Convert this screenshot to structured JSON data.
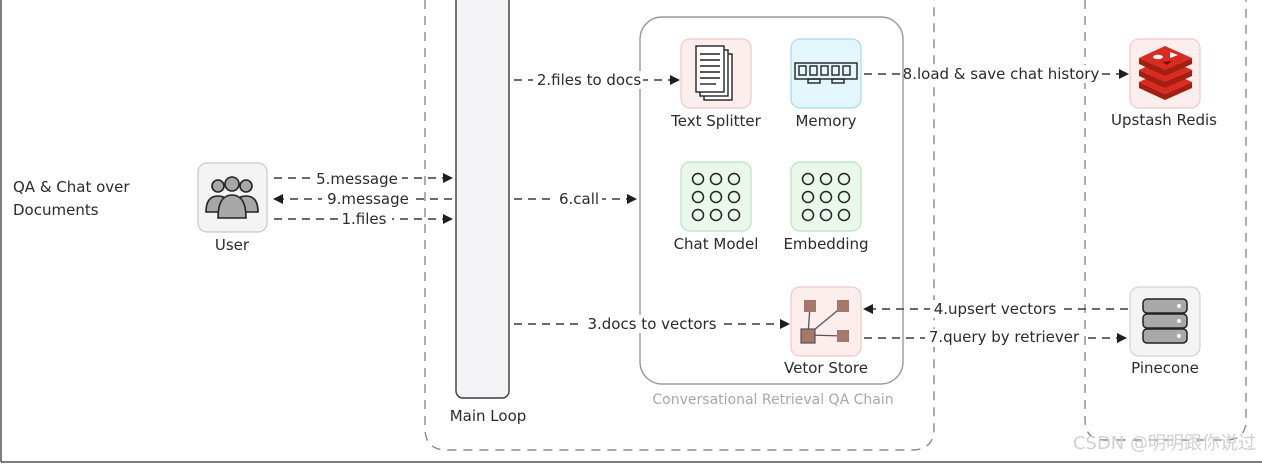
{
  "title": "QA & Chat over Documents",
  "title_lines": [
    "QA & Chat over",
    "Documents"
  ],
  "user_label": "User",
  "main_loop_label": "Main Loop",
  "chain_label": "Conversational Retrieval QA Chain",
  "nodes": {
    "text_splitter": "Text Splitter",
    "memory": "Memory",
    "chat_model": "Chat Model",
    "embedding": "Embedding",
    "vector_store": "Vetor Store",
    "upstash_redis": "Upstash Redis",
    "pinecone": "Pinecone"
  },
  "edges": {
    "message5": "5.message",
    "message9": "9.message",
    "files1": "1.files",
    "files_to_docs": "2.files to docs",
    "call6": "6.call",
    "docs_to_vectors": "3.docs to vectors",
    "load_save_history": "8.load & save chat history",
    "upsert_vectors": "4.upsert vectors",
    "query_by_retriever": "7.query by retriever"
  },
  "watermark": "CSDN @明明跟你说过",
  "colors": {
    "text_splitter_bg": "#fdeeee",
    "memory_bg": "#e2f6fb",
    "chat_model_bg": "#eaf8ec",
    "embedding_bg": "#eaf8ec",
    "vector_store_bg": "#fdeeee",
    "redis_bg": "#fdeeee",
    "redis_red": "#d82c20",
    "pinecone_bg": "#f4f4f4",
    "vector_brown": "#a5786a"
  }
}
